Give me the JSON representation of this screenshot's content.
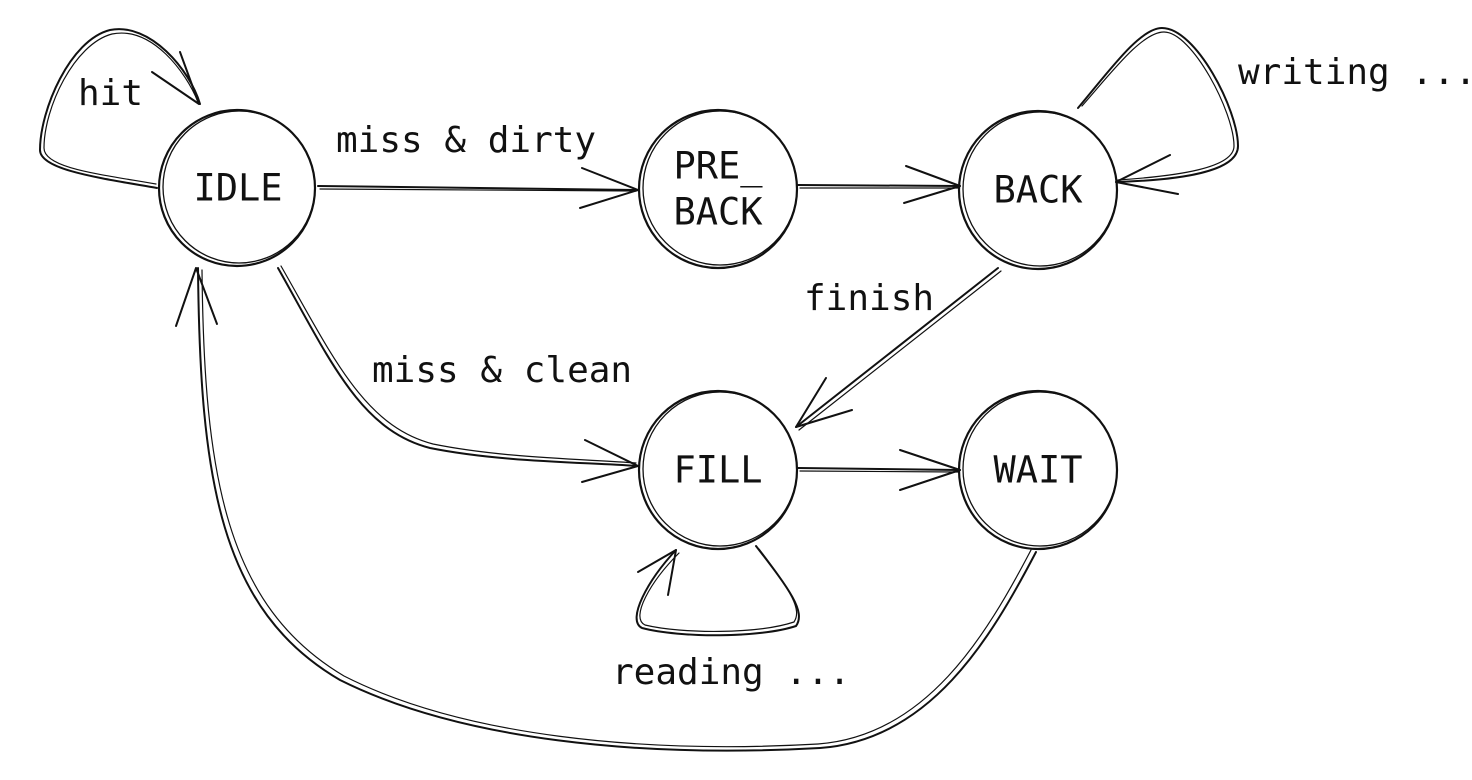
{
  "colors": {
    "ink": "#111111",
    "background": "#ffffff"
  },
  "nodes": {
    "idle": {
      "label": "IDLE"
    },
    "pre_back": {
      "label_line1": "PRE_",
      "label_line2": "BACK"
    },
    "back": {
      "label": "BACK"
    },
    "fill": {
      "label": "FILL"
    },
    "wait": {
      "label": "WAIT"
    }
  },
  "edges": {
    "idle_self": {
      "label": "hit"
    },
    "idle_to_pre_back": {
      "label": "miss & dirty"
    },
    "pre_back_to_back": {
      "label": ""
    },
    "back_self": {
      "label": "writing ..."
    },
    "back_to_fill": {
      "label": "finish"
    },
    "idle_to_fill": {
      "label": "miss & clean"
    },
    "fill_self": {
      "label": "reading ..."
    },
    "fill_to_wait": {
      "label": ""
    },
    "wait_to_idle": {
      "label": ""
    }
  }
}
